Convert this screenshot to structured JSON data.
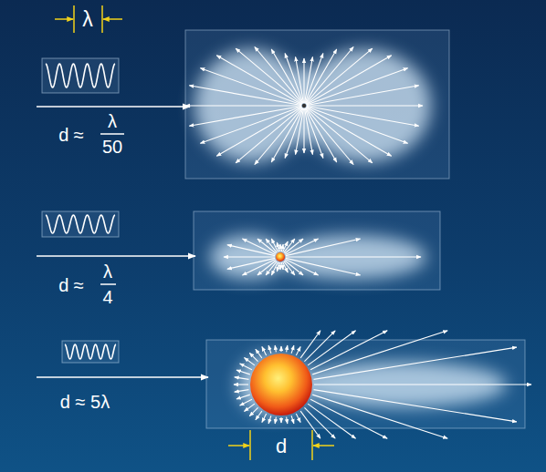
{
  "diagram": {
    "labels": [
      "λ",
      "d ≈",
      "λ",
      "50",
      "d ≈",
      "λ",
      "4",
      "d ≈ 5λ",
      "d"
    ]
  }
}
